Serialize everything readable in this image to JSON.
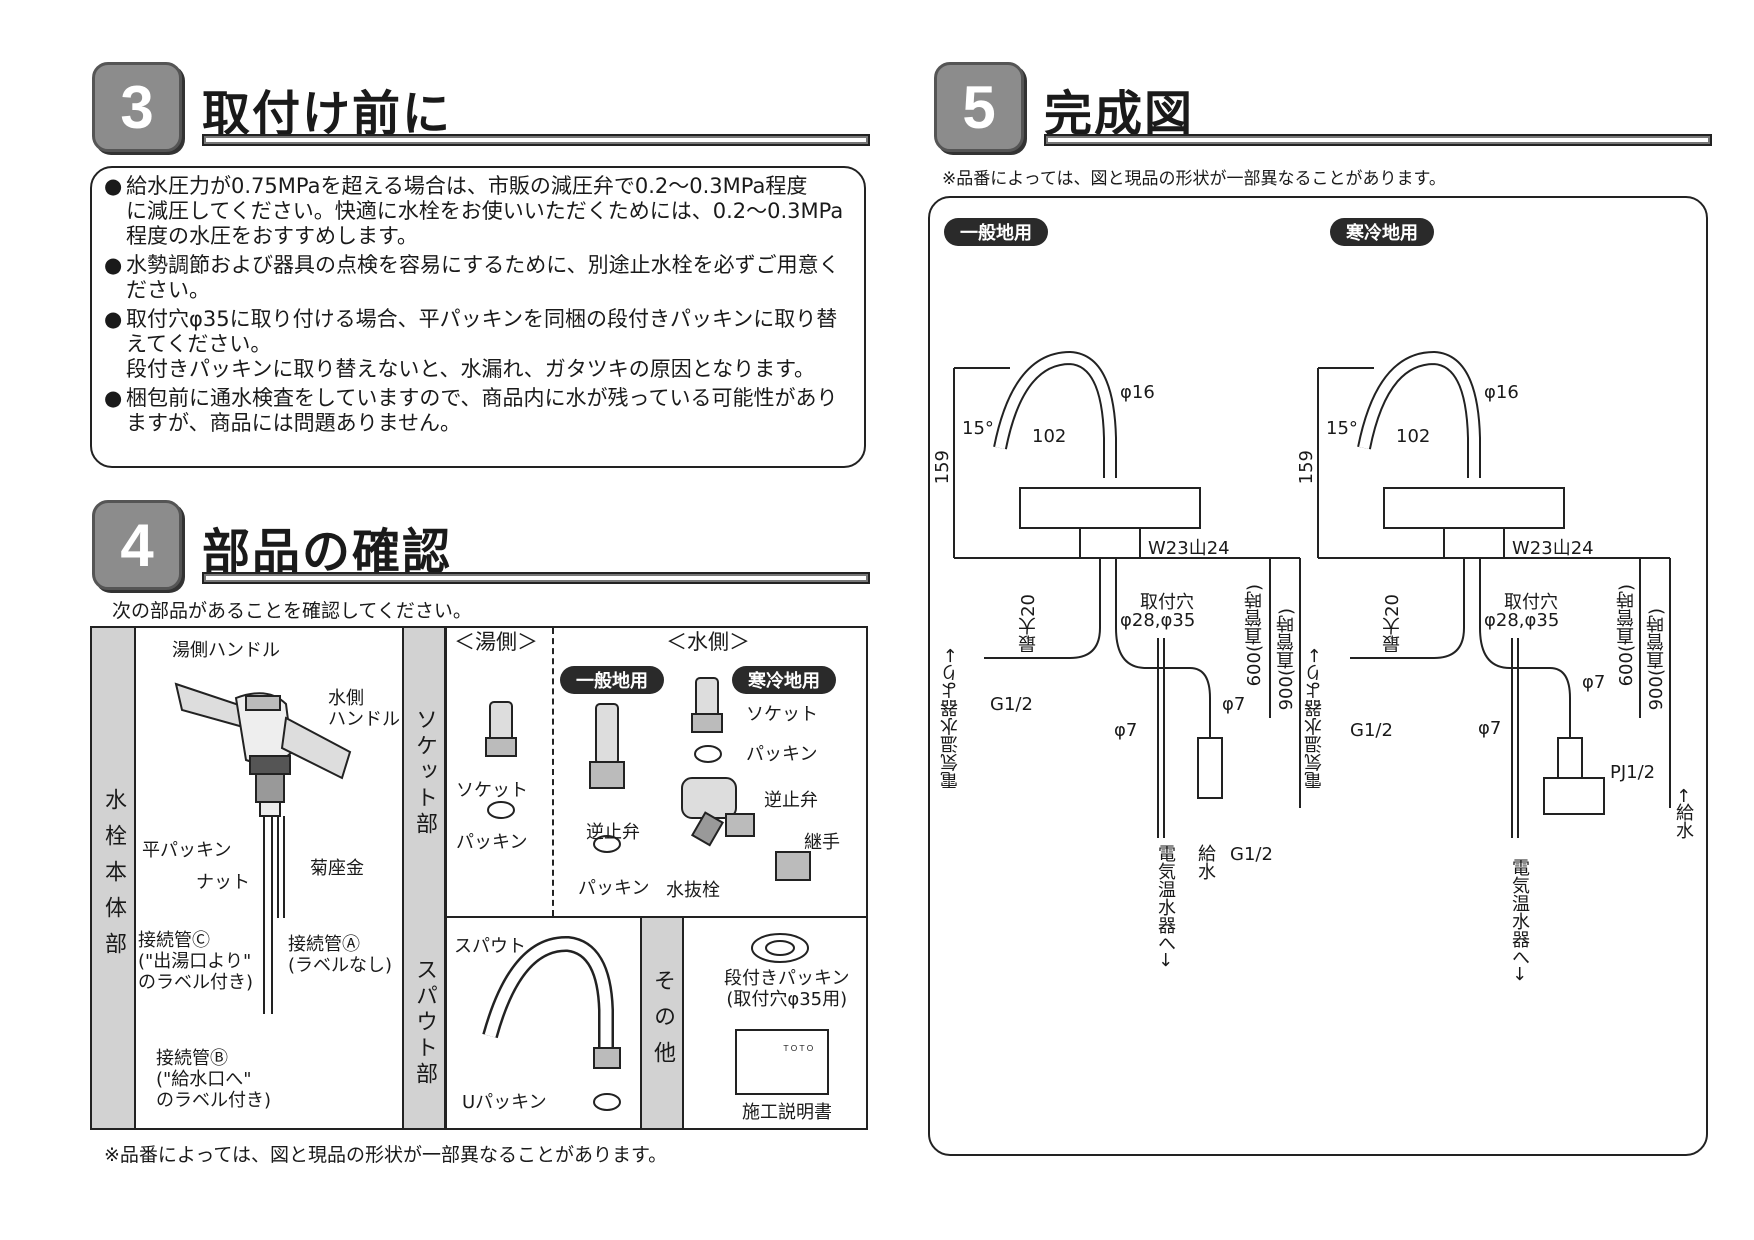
{
  "section3": {
    "number": "3",
    "title": "取付け前に",
    "notes": [
      {
        "bullet": "●",
        "text": "給水圧力が0.75MPaを超える場合は、市販の減圧弁で0.2〜0.3MPa程度\nに減圧してください。快適に水栓をお使いいただくためには、0.2〜0.3MPa\n程度の水圧をおすすめします。"
      },
      {
        "bullet": "●",
        "text": "水勢調節および器具の点検を容易にするために、別途止水栓を必ずご用意く\nださい。"
      },
      {
        "bullet": "●",
        "text": "取付穴φ35に取り付ける場合、平パッキンを同梱の段付きパッキンに取り替\nえてください。\n段付きパッキンに取り替えないと、水漏れ、ガタツキの原因となります。"
      },
      {
        "bullet": "●",
        "text": "梱包前に通水検査をしていますので、商品内に水が残っている可能性があり\nますが、商品には問題ありません。"
      }
    ]
  },
  "section4": {
    "number": "4",
    "title": "部品の確認",
    "intro": "次の部品があることを確認してください。",
    "col_body": "水栓本体部",
    "col_socket": "ソケット部",
    "col_spout": "スパウト部",
    "col_other": "その他",
    "hot_side": "＜湯側＞",
    "water_side": "＜水側＞",
    "pill_general": "一般地用",
    "pill_cold": "寒冷地用",
    "labels": {
      "hot_handle": "湯側ハンドル",
      "water_handle": "水側\nハンドル",
      "flat_packing": "平パッキン",
      "nut": "ナット",
      "washer": "菊座金",
      "pipe_c": "接続管Ⓒ\n(\"出湯口より\"\n のラベル付き)",
      "pipe_a": "接続管Ⓐ\n(ラベルなし)",
      "pipe_b": "接続管Ⓑ\n(\"給水口へ\"\n のラベル付き)",
      "socket": "ソケット",
      "packing": "パッキン",
      "check_valve": "逆止弁",
      "drain_plug": "水抜栓",
      "joint": "継手",
      "spout": "スパウト",
      "u_packing": "Uパッキン",
      "stepped_packing": "段付きパッキン\n(取付穴φ35用)",
      "manual": "施工説明書",
      "manual_cover": "ＴＯＴＯ"
    },
    "footnote": "※品番によっては、図と現品の形状が一部異なることがあります。"
  },
  "section5": {
    "number": "5",
    "title": "完成図",
    "note": "※品番によっては、図と現品の形状が一部異なることがあります。",
    "pill_general": "一般地用",
    "pill_cold": "寒冷地用",
    "dims": {
      "phi16": "φ16",
      "angle15": "15°",
      "d102": "102",
      "d159": "159",
      "thread": "W23山24",
      "max20": "最大20",
      "hole_label": "取付穴",
      "hole_size": "φ28,φ35",
      "d600": "600(直管時)",
      "d900": "900(直管時)",
      "phi7": "φ7",
      "g12": "G1/2",
      "pj12": "PJ1/2",
      "from_heater": "電気温水器より→",
      "to_heater": "電気温水器へ→",
      "supply": "給水",
      "supply_arrow": "←給水",
      "supply_left": "給水→"
    }
  }
}
